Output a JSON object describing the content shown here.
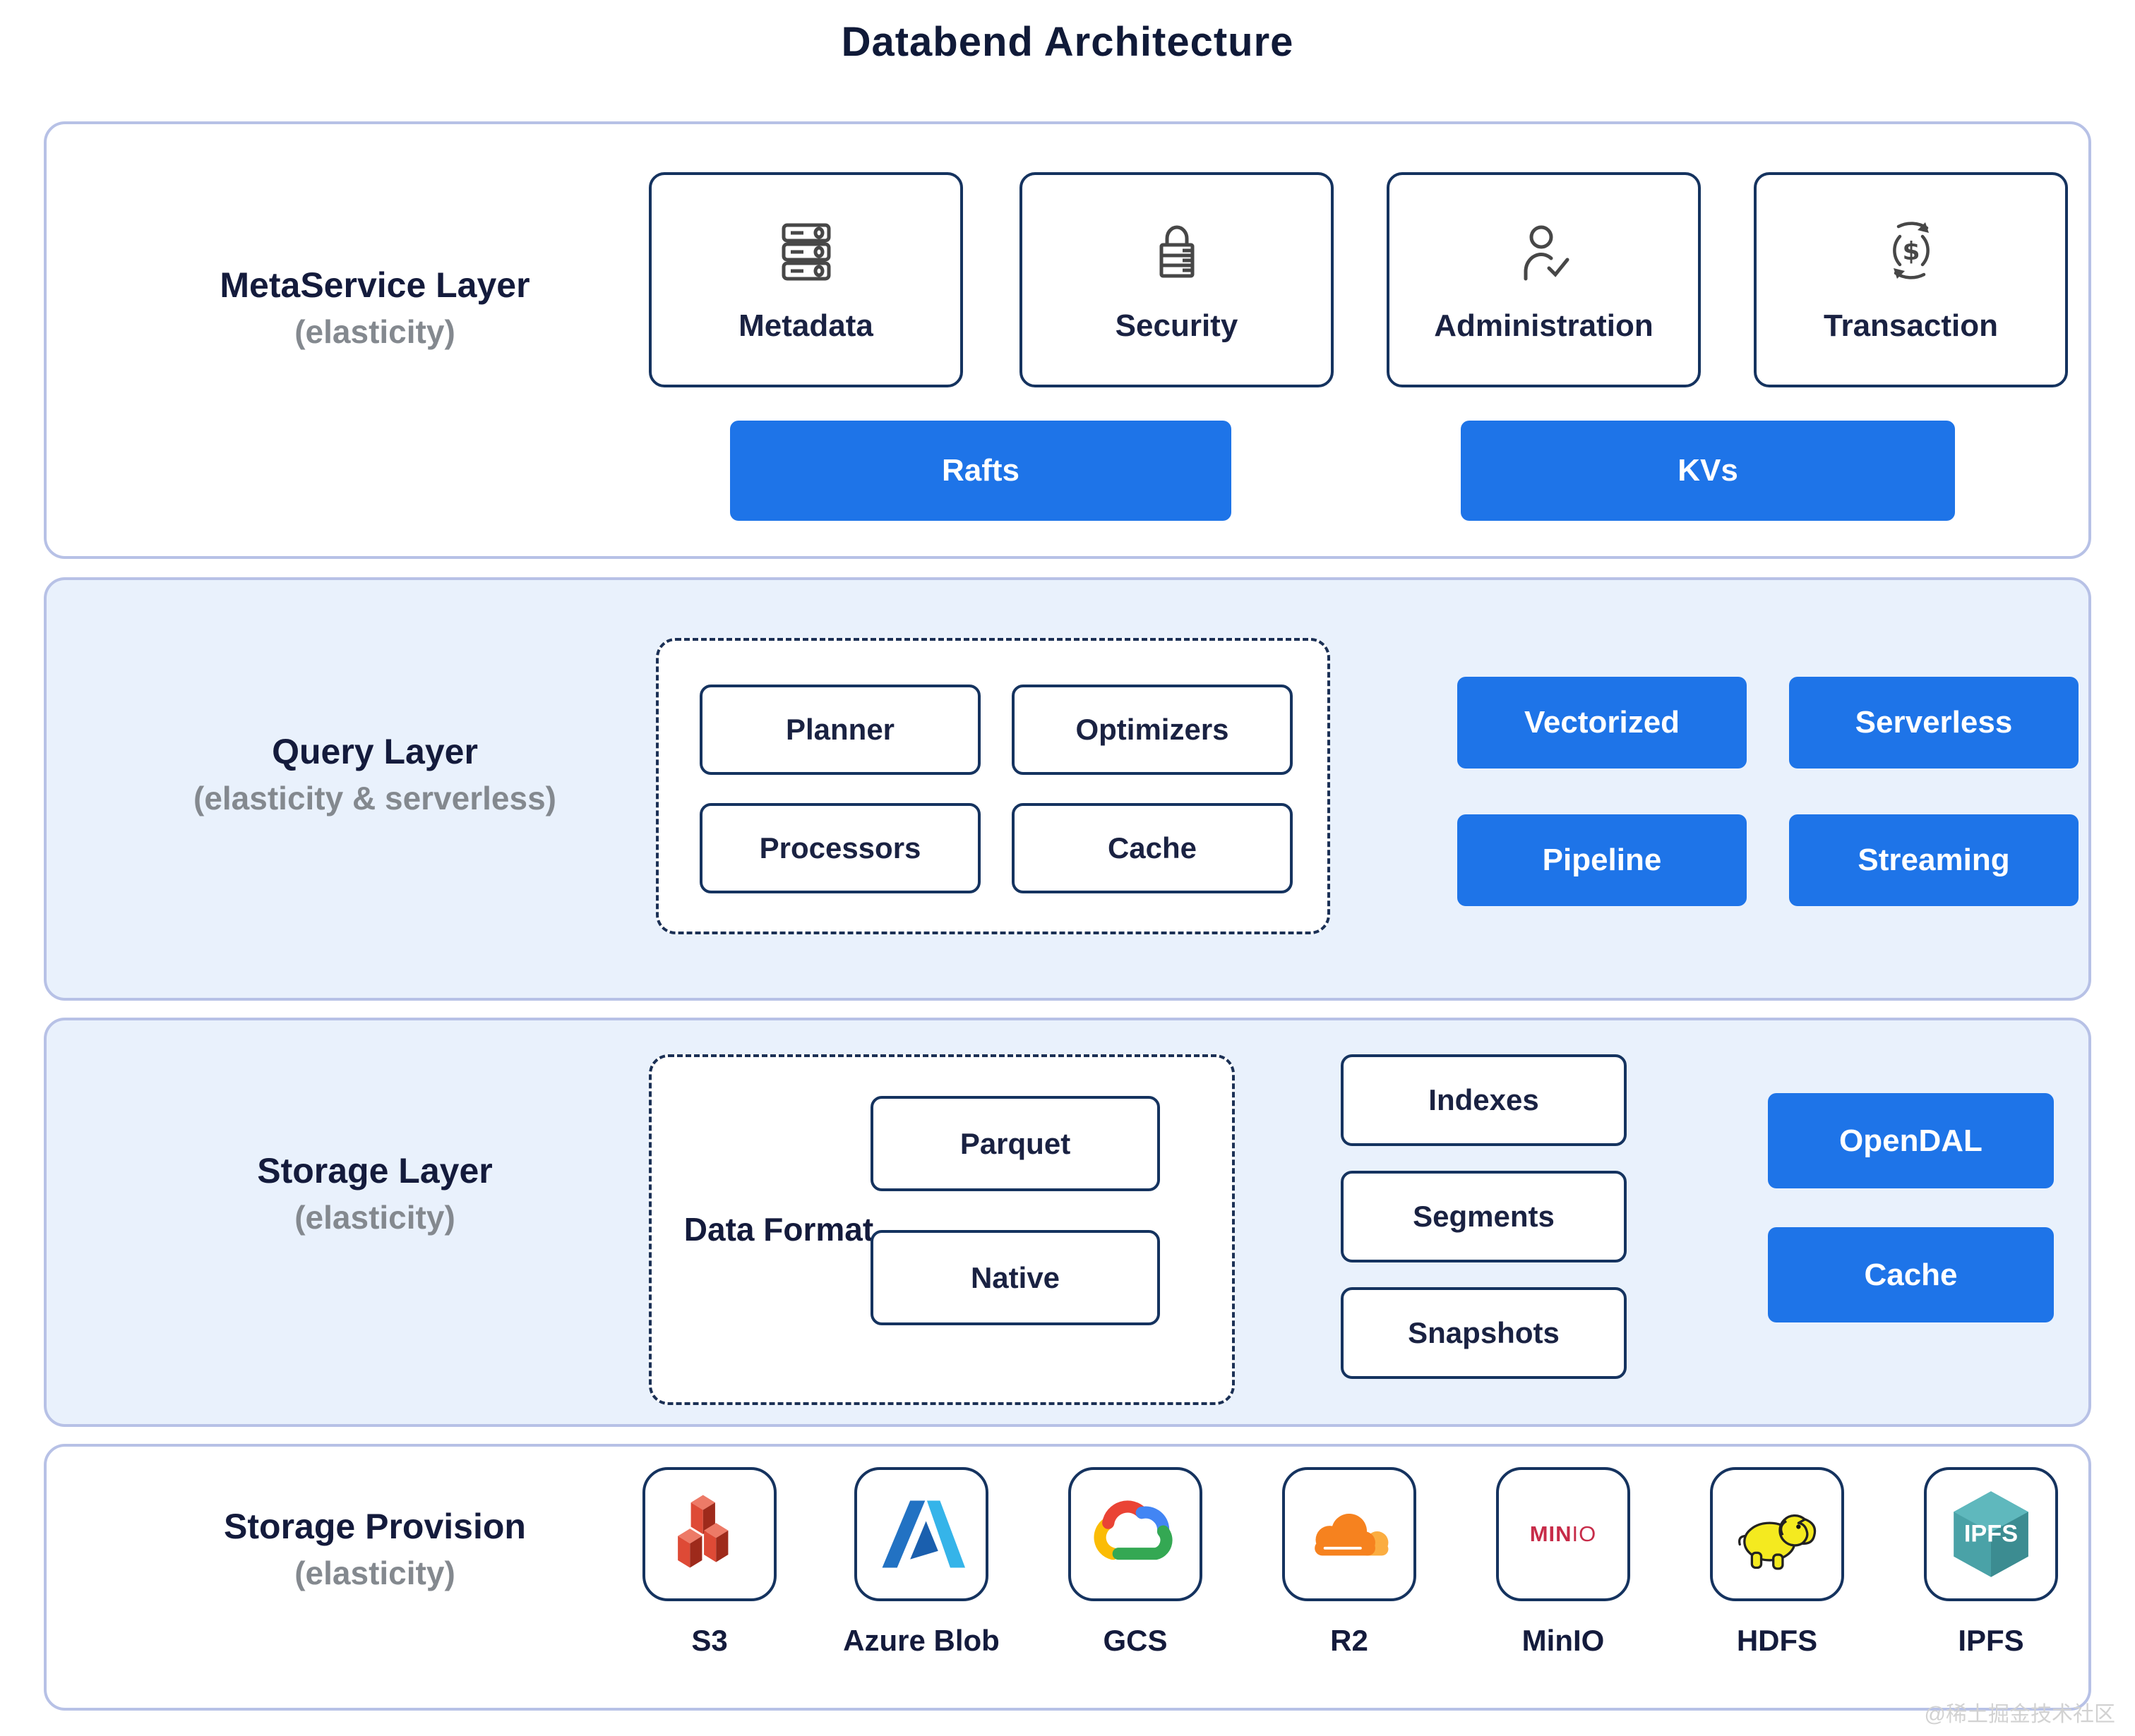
{
  "title": "Databend Architecture",
  "watermark": "@稀土掘金技术社区",
  "colors": {
    "accent_blue": "#1e74e8",
    "navy_text": "#141b3c",
    "card_border": "#15335f",
    "muted_gray": "#84898f",
    "section_bg_blue": "#e9f1fc",
    "section_border": "#b7c1e6"
  },
  "meta_layer": {
    "name": "MetaService Layer",
    "sub": "(elasticity)",
    "cards": [
      {
        "label": "Metadata",
        "icon": "server-stack-icon"
      },
      {
        "label": "Security",
        "icon": "lock-icon"
      },
      {
        "label": "Administration",
        "icon": "user-check-icon"
      },
      {
        "label": "Transaction",
        "icon": "dollar-cycle-icon"
      }
    ],
    "buttons": [
      {
        "label": "Rafts"
      },
      {
        "label": "KVs"
      }
    ]
  },
  "query_layer": {
    "name": "Query Layer",
    "sub": "(elasticity & serverless)",
    "pipeline_boxes": [
      {
        "label": "Planner"
      },
      {
        "label": "Optimizers"
      },
      {
        "label": "Processors"
      },
      {
        "label": "Cache"
      }
    ],
    "buttons": [
      {
        "label": "Vectorized"
      },
      {
        "label": "Serverless"
      },
      {
        "label": "Pipeline"
      },
      {
        "label": "Streaming"
      }
    ]
  },
  "storage_layer": {
    "name": "Storage Layer",
    "sub": "(elasticity)",
    "data_format": {
      "label": "Data Format",
      "formats": [
        {
          "label": "Parquet"
        },
        {
          "label": "Native"
        }
      ]
    },
    "outline_boxes": [
      {
        "label": "Indexes"
      },
      {
        "label": "Segments"
      },
      {
        "label": "Snapshots"
      }
    ],
    "buttons": [
      {
        "label": "OpenDAL"
      },
      {
        "label": "Cache"
      }
    ]
  },
  "provision_layer": {
    "name": "Storage Provision",
    "sub": "(elasticity)",
    "providers": [
      {
        "label": "S3",
        "icon": "s3-logo"
      },
      {
        "label": "Azure Blob",
        "icon": "azure-logo"
      },
      {
        "label": "GCS",
        "icon": "google-cloud-logo"
      },
      {
        "label": "R2",
        "icon": "cloudflare-logo"
      },
      {
        "label": "MinIO",
        "icon": "minio-logo",
        "logo_text_bold": "MIN",
        "logo_text_light": "IO"
      },
      {
        "label": "HDFS",
        "icon": "hadoop-elephant-logo"
      },
      {
        "label": "IPFS",
        "icon": "ipfs-logo",
        "logo_text": "IPFS"
      }
    ]
  }
}
